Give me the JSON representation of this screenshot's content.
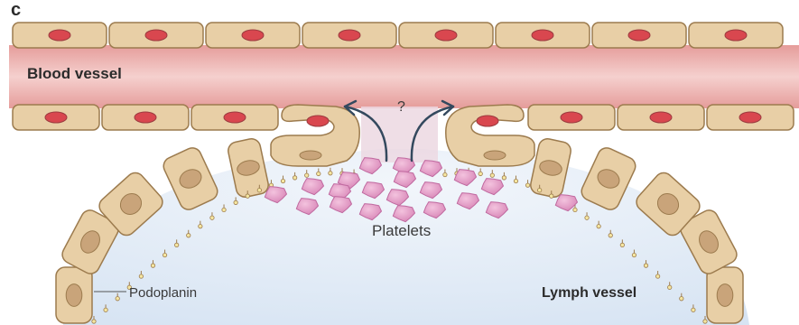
{
  "figure": {
    "panel_letter": "c",
    "labels": {
      "blood_vessel": "Blood vessel",
      "lymph_vessel": "Lymph vessel",
      "platelets": "Platelets",
      "podoplanin": "Podoplanin",
      "question": "?"
    },
    "colors": {
      "vessel_lumen": "#f2c7c5",
      "vessel_lumen_edge": "#e59c9a",
      "cell_fill": "#e8cfa6",
      "cell_stroke": "#9c7b4e",
      "blood_nucleus": "#d9474f",
      "lymph_nucleus": "#c9a47a",
      "platelet": "#e7a0c8",
      "lymph_lumen": "#dfeaf6",
      "arrow": "#34495e",
      "podoplanin_dot": "#f5e6a0"
    }
  }
}
